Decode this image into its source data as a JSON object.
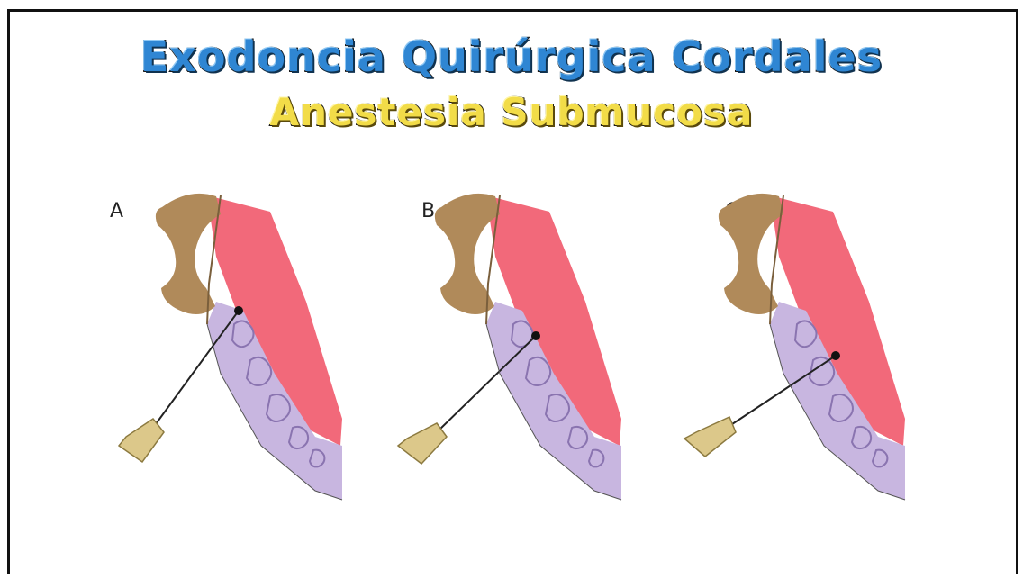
{
  "title": "Exodoncia Quirúrgica Cordales",
  "subtitle": "Anestesia Submucosa",
  "panels": [
    {
      "label": "A",
      "injection_site": "distal to third molar"
    },
    {
      "label": "B",
      "injection_site": "buccal to third molar"
    },
    {
      "label": "C",
      "injection_site": "buccal to second molar"
    }
  ],
  "colors": {
    "mucosa": "#f2697a",
    "bone": "#b08a5a",
    "teeth": "#c8b6e0",
    "needle_hub": "#dcc88a",
    "title": "#2f86d3",
    "subtitle": "#f2dc48"
  }
}
